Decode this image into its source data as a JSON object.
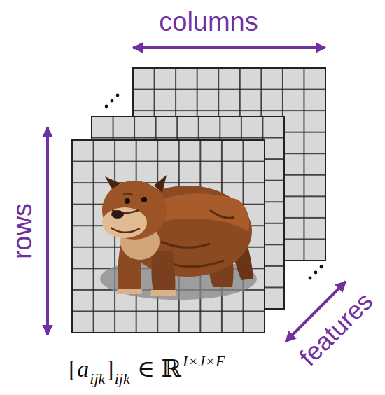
{
  "diagram": {
    "labels": [
      "columns",
      "rows",
      "features",
      "[",
      "a",
      "ijk",
      "]",
      "ijk",
      "∈",
      "ℝ",
      "I×J×F"
    ]
  }
}
